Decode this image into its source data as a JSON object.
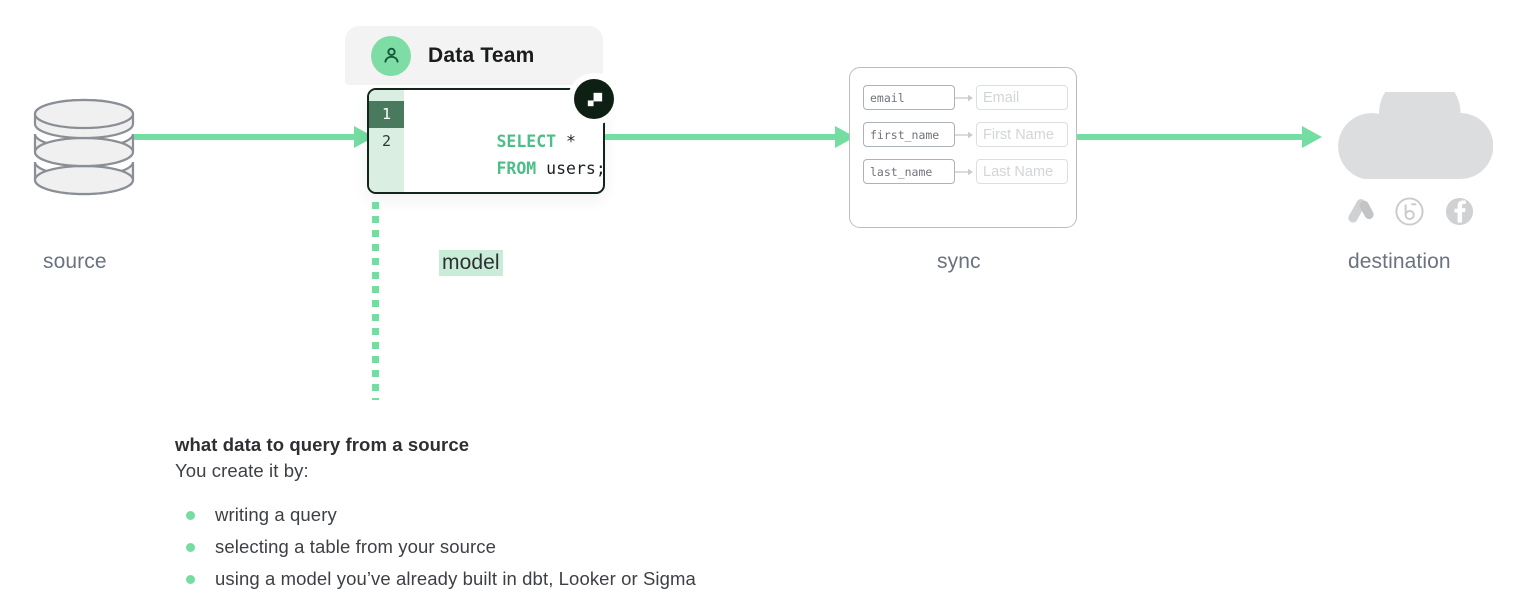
{
  "diagram": {
    "stages": [
      {
        "key": "source",
        "label": "source"
      },
      {
        "key": "model",
        "label": "model"
      },
      {
        "key": "sync",
        "label": "sync"
      },
      {
        "key": "destination",
        "label": "destination"
      }
    ],
    "accent_color": "#74dda2",
    "highlight_color": "#c8ecd7",
    "source": {
      "icon": "database-icon"
    },
    "model": {
      "chip_label": "Data Team",
      "avatar_icon": "person-icon",
      "badge_icon": "hightouch-logo-icon",
      "editor": {
        "lines": [
          {
            "number": "1",
            "active": true,
            "keyword": "SELECT",
            "rest": " *",
            "caret": false
          },
          {
            "number": "2",
            "active": false,
            "keyword": "FROM",
            "rest": " users;",
            "caret": true
          }
        ],
        "keyword_color": "#4cbf89",
        "gutter_active_color": "#4a7a5d"
      }
    },
    "sync": {
      "mappings": [
        {
          "source_field": "email",
          "destination_field": "Email"
        },
        {
          "source_field": "first_name",
          "destination_field": "First Name"
        },
        {
          "source_field": "last_name",
          "destination_field": "Last Name"
        }
      ],
      "arrow_icon": "map-arrow-icon"
    },
    "destination": {
      "cloud_icon": "cloud-icon",
      "platform_icons": [
        {
          "name": "google-ads-icon"
        },
        {
          "name": "braze-icon"
        },
        {
          "name": "facebook-icon"
        }
      ]
    }
  },
  "caption": {
    "title": "what data to query from a source",
    "subtitle": "You create it by:",
    "items": [
      "writing a query",
      "selecting a table from your source",
      "using a model you’ve already built in dbt, Looker or Sigma"
    ]
  }
}
